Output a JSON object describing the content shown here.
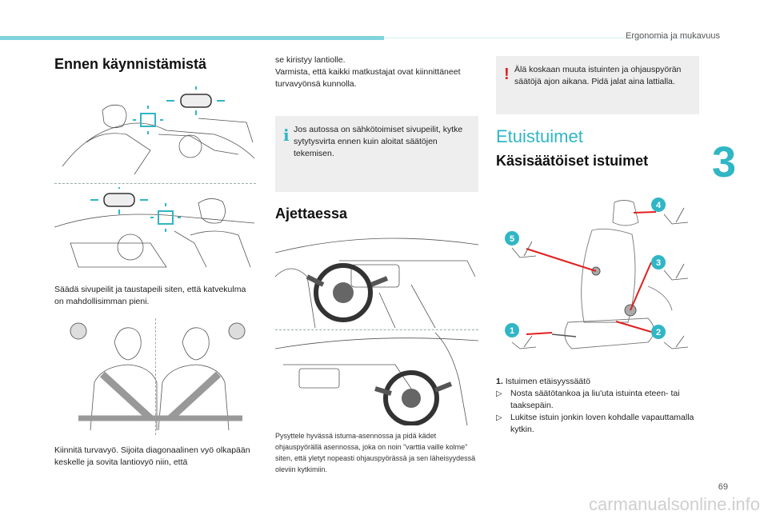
{
  "header": {
    "section_title": "Ergonomia ja mukavuus",
    "chapter_number": "3",
    "page_number": "69"
  },
  "col1": {
    "title": "Ennen käynnistämistä",
    "mirror_text": "Säädä sivupeilit ja taustapeili siten, että katvekulma on mahdollisimman pieni.",
    "belt_text": "Kiinnitä turvavyö. Sijoita diagonaalinen vyö olkapään keskelle ja sovita lantiovyö niin, että"
  },
  "col2": {
    "continued_text": "se kiristyy lantiolle.\nVarmista, että kaikki matkustajat ovat kiinnittäneet turvavyönsä kunnolla.",
    "info_text": "Jos autossa on sähkötoimiset sivupeilit, kytke sytytysvirta ennen kuin aloitat säätöjen tekemisen.",
    "heading": "Ajettaessa",
    "caption": "Pysyttele hyvässä istuma-asennossa ja pidä kädet ohjauspyörällä asennossa, joka on noin ”varttia vaille kolme” siten, että yletyt nopeasti ohjauspyörässä ja sen läheisyydessä oleviin kytkimiin."
  },
  "col3": {
    "warning_text": "Älä koskaan muuta istuinten ja ohjauspyörän säätöjä ajon aikana. Pidä jalat aina lattialla.",
    "section_heading": "Etuistuimet",
    "subheading": "Käsisäätöiset istuimet",
    "seat_callouts": [
      "1",
      "2",
      "3",
      "4",
      "5"
    ],
    "list": {
      "item_number": "1.",
      "item_title": "Istuimen etäisyyssäätö",
      "bullets": [
        "Nosta säätötankoa ja liu'uta istuinta eteen- tai taaksepäin.",
        "Lukitse istuin jonkin loven kohdalle vapauttamalla kytkin."
      ]
    }
  },
  "info_icon": "info-icon",
  "warning_icon": "warning-icon",
  "watermark": "carmanualsonline.info",
  "colors": {
    "accent": "#30b6c5",
    "warning": "#e02020",
    "box_bg": "#eeeeee"
  }
}
